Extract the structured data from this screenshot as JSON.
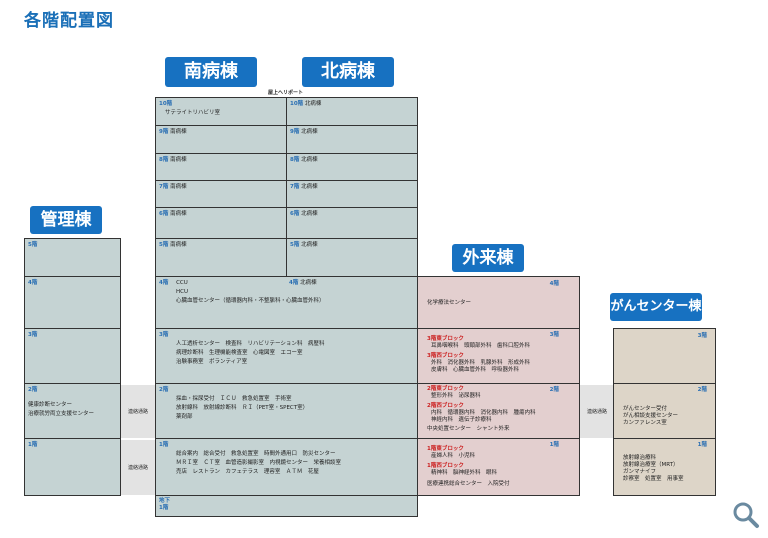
{
  "title": "各階配置図",
  "buildings": {
    "south": "南病棟",
    "north": "北病棟",
    "admin": "管理棟",
    "outpatient": "外来棟",
    "cancer": "がんセンター棟"
  },
  "heliport": "屋上ヘリポート",
  "south_ward": [
    {
      "floor": "10階",
      "text": "サテライトリハビリ室"
    },
    {
      "floor": "9階",
      "text": "南病棟"
    },
    {
      "floor": "8階",
      "text": "南病棟"
    },
    {
      "floor": "7階",
      "text": "南病棟"
    },
    {
      "floor": "6階",
      "text": "南病棟"
    },
    {
      "floor": "5階",
      "text": "南病棟"
    }
  ],
  "north_ward": [
    {
      "floor": "10階",
      "text": "北病棟"
    },
    {
      "floor": "9階",
      "text": "北病棟"
    },
    {
      "floor": "8階",
      "text": "北病棟"
    },
    {
      "floor": "7階",
      "text": "北病棟"
    },
    {
      "floor": "6階",
      "text": "北病棟"
    },
    {
      "floor": "5階",
      "text": "北病棟"
    }
  ],
  "central": {
    "f4": {
      "floor": "4階",
      "lines": [
        "CCU",
        "HCU",
        "心臓血管センター（循環器内科・不整脈科・心臓血管外科）"
      ],
      "floor_n": "4階",
      "north": "北病棟"
    },
    "f3": {
      "floor": "3階",
      "lines": [
        "人工透析センター　検査科　リハビリテーション科　病歴科",
        "病理診断科　生理機能検査室　心電図室　エコー室",
        "治験事務室　ボランティア室"
      ]
    },
    "f2": {
      "floor": "2階",
      "lines": [
        "採血・採尿受付　ＩＣＵ　救急処置室　手術室",
        "放射線科　放射線診断科　ＲＩ（PET室・SPECT室）",
        "薬剤部"
      ]
    },
    "f1": {
      "floor": "1階",
      "lines": [
        "総合案内　総合受付　救急処置室　時間外通用口　防災センター",
        "ＭＲＩ室　ＣＴ室　血管造影撮影室　内視鏡センター　栄養相談室",
        "売店　レストラン　カフェテラス　理容室　ＡＴＭ　花屋"
      ]
    },
    "b1": {
      "floor": "地下",
      "floor2": "1階"
    }
  },
  "admin_floors": [
    {
      "floor": "5階",
      "lines": []
    },
    {
      "floor": "4階",
      "lines": []
    },
    {
      "floor": "3階",
      "lines": []
    },
    {
      "floor": "2階",
      "lines": [
        "健康診断センター",
        "治療就労両立支援センター"
      ]
    },
    {
      "floor": "1階",
      "lines": []
    }
  ],
  "connector": "連絡通路",
  "outpatient_floors": {
    "f4": {
      "floor": "4階",
      "text": "化学療法センター"
    },
    "f3": {
      "floor": "3階",
      "blocks": [
        {
          "head": "3階東ブロック",
          "text": "耳鼻咽喉科　頭頸部外科　歯科口腔外科"
        },
        {
          "head": "3階西ブロック",
          "text": "外科　消化器外科　乳腺外科　形成外科\n皮膚科　心臓血管外科　呼吸器外科"
        }
      ]
    },
    "f2": {
      "floor": "2階",
      "blocks": [
        {
          "head": "2階東ブロック",
          "text": "整形外科　泌尿器科"
        },
        {
          "head": "2階西ブロック",
          "text": "内科　循環器内科　消化器内科　腫瘍内科\n神経内科　遺伝子診療科"
        }
      ],
      "extra": "中央処置センター　シャント外来"
    },
    "f1": {
      "floor": "1階",
      "blocks": [
        {
          "head": "1階東ブロック",
          "text": "産婦人科　小児科"
        },
        {
          "head": "1階西ブロック",
          "text": "精神科　脳神経外科　眼科"
        }
      ],
      "extra": "医療連携総合センター　入院受付"
    }
  },
  "cancer_floors": {
    "f3": {
      "floor": "3階"
    },
    "f2": {
      "floor": "2階",
      "lines": [
        "がんセンター受付",
        "がん相談支援センター",
        "カンファレンス室"
      ]
    },
    "f1": {
      "floor": "1階",
      "lines": [
        "放射線治療科",
        "放射線治療室（MRT）",
        "ガンマナイフ",
        "診察室　処置室　用事室"
      ]
    }
  },
  "icons": {
    "zoom": "magnifier-icon"
  }
}
